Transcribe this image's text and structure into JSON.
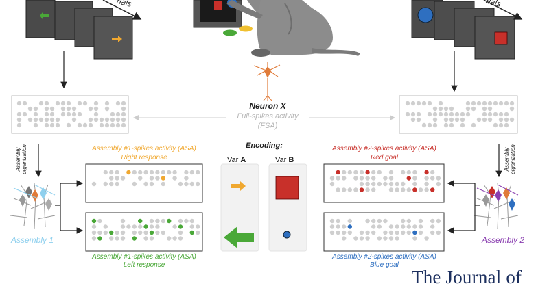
{
  "top": {
    "left_trials_label": "rials",
    "right_trials_label": "rials"
  },
  "neuron": {
    "title": "Neuron X",
    "subtitle": "Full-spikes activity",
    "abbr": "(FSA)"
  },
  "assemblies": {
    "left_side_label": "Assembly organization",
    "right_side_label": "Assembly organization",
    "assembly1_label": "Assembly 1",
    "assembly2_label": "Assembly 2"
  },
  "panels": {
    "top_left_title": "Assembly #1-spikes activity (ASA)",
    "top_left_subtitle": "Right response",
    "bottom_left_title": "Assembly #1-spikes activity (ASA)",
    "bottom_left_subtitle": "Left response",
    "top_right_title": "Assembly #2-spikes activity (ASA)",
    "top_right_subtitle": "Red goal",
    "bottom_right_title": "Assembly #2-spikes activity (ASA)",
    "bottom_right_subtitle": "Blue goal"
  },
  "encoding": {
    "title": "Encoding:",
    "var_a_prefix": "Var ",
    "var_a_letter": "A",
    "var_b_prefix": "Var ",
    "var_b_letter": "B"
  },
  "journal": {
    "text": "The Journal of"
  },
  "colors": {
    "orange": "#f0a830",
    "green": "#4aa838",
    "red": "#c8302a",
    "blue": "#2e6fc0",
    "assembly1": "#8fd0ee",
    "assembly2": "#8a3fb0",
    "gray_dot": "#cfcfcf",
    "journal": "#1c2f5e"
  }
}
